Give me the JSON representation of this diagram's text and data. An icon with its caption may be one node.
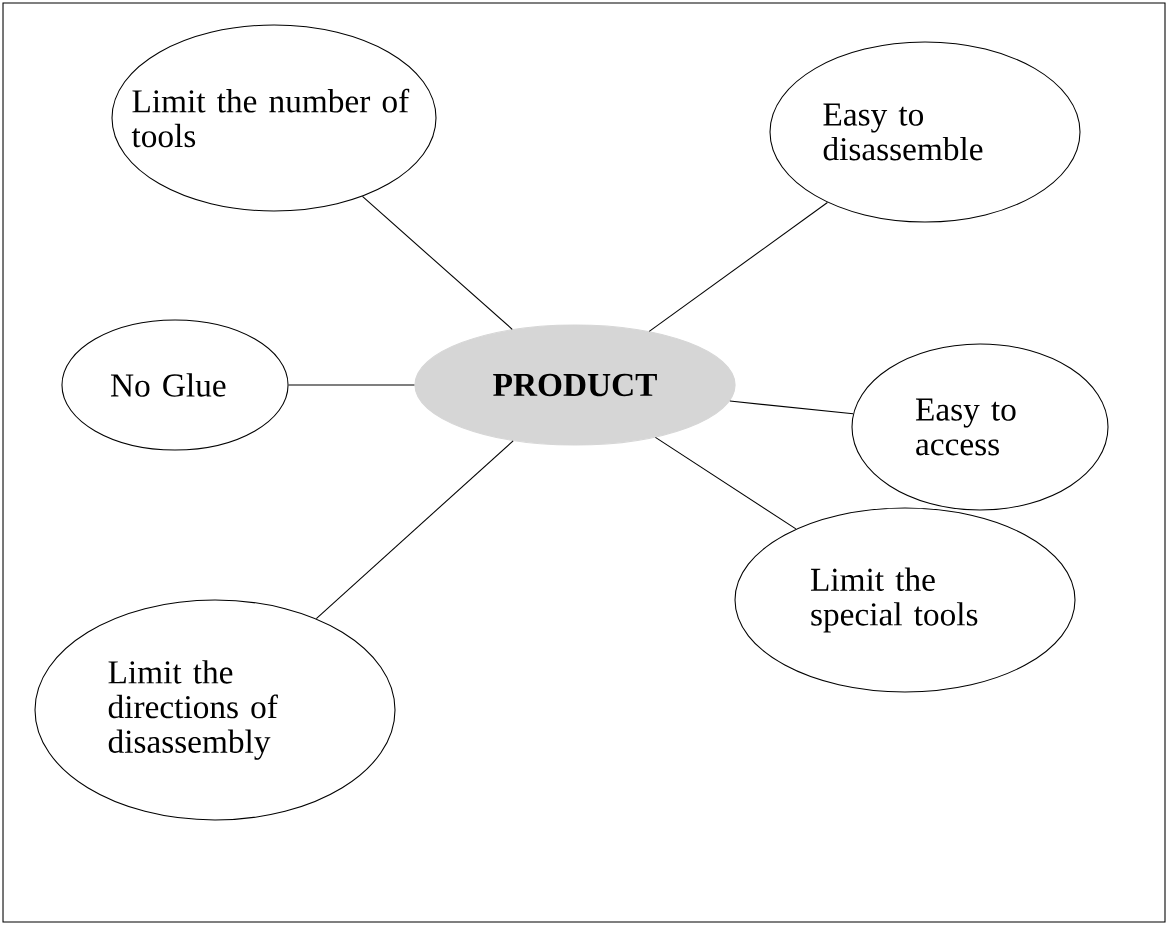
{
  "diagram": {
    "nodes": [
      {
        "text": [
          "PRODUCT"
        ]
      },
      {
        "text": [
          "Limit the number of tools"
        ]
      },
      {
        "text": [
          "Easy to disassemble"
        ]
      },
      {
        "text": [
          "No Glue"
        ]
      },
      {
        "text": [
          "Easy to access"
        ]
      },
      {
        "text": [
          "Limit the directions of disassembly"
        ]
      },
      {
        "text": [
          "Limit the special tools"
        ]
      }
    ],
    "edges": [
      {
        "from": 0,
        "to": 1,
        "arrow": "none"
      },
      {
        "from": 0,
        "to": 2,
        "arrow": "none"
      },
      {
        "from": 0,
        "to": 3,
        "arrow": "none"
      },
      {
        "from": 0,
        "to": 4,
        "arrow": "none"
      },
      {
        "from": 0,
        "to": 5,
        "arrow": "none"
      },
      {
        "from": 0,
        "to": 6,
        "arrow": "none"
      }
    ]
  }
}
